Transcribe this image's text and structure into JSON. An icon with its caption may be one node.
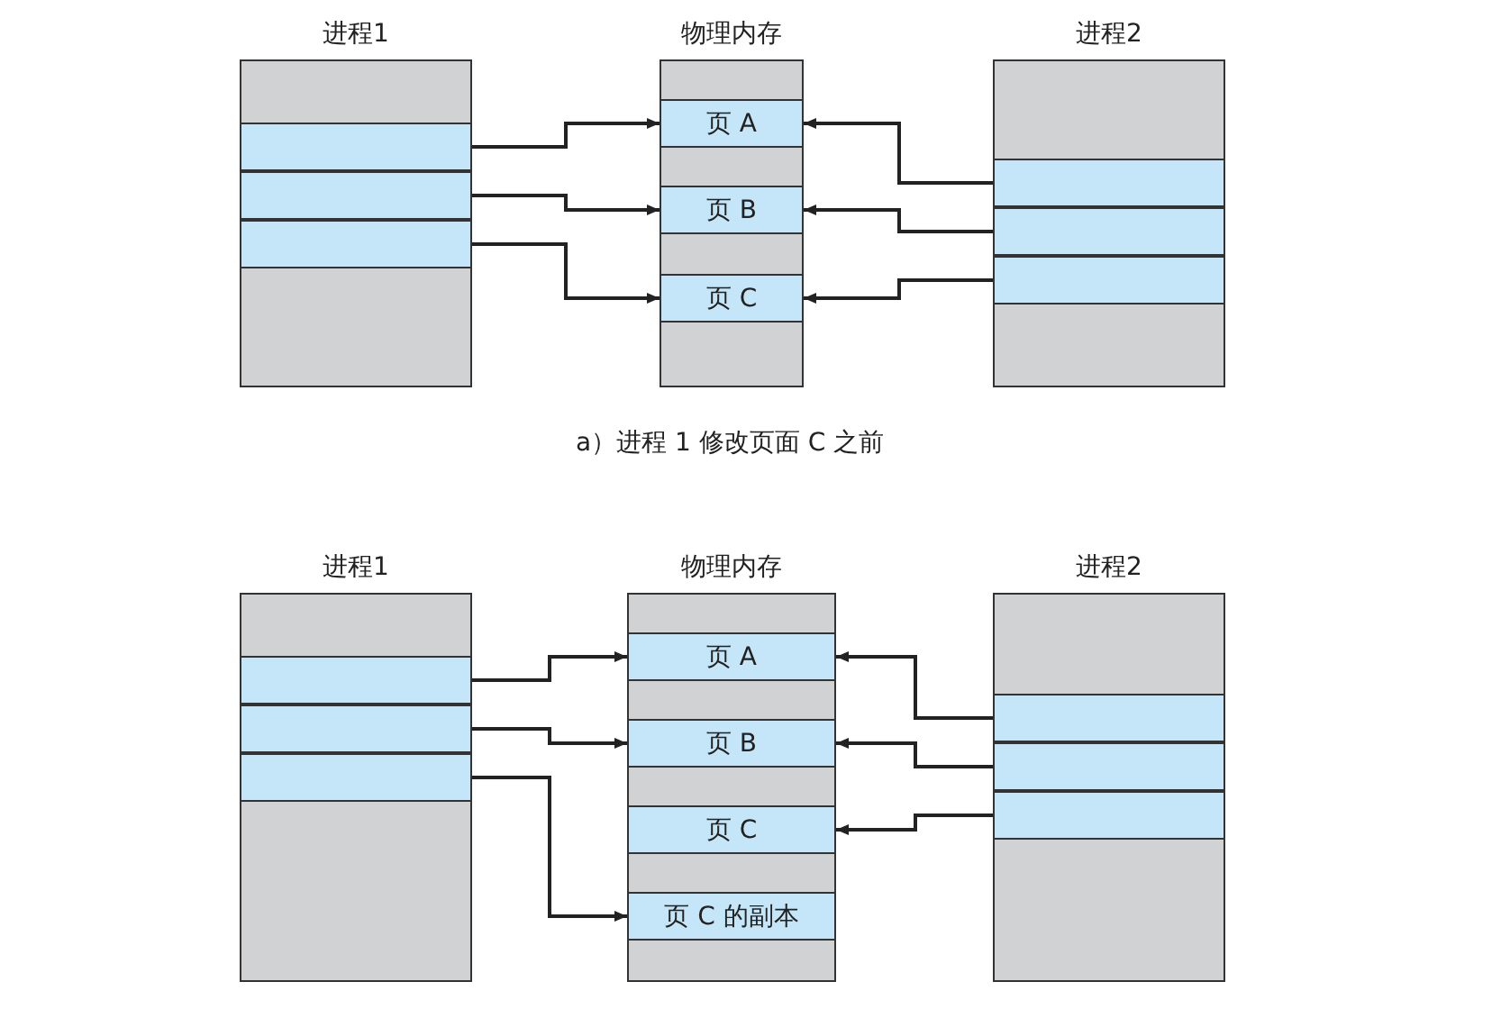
{
  "diagram": {
    "nodes": [
      {
        "text": [
          "进程1"
        ]
      },
      {
        "text": [],
        "shape": "box",
        "in": 0
      },
      {
        "text": [],
        "shape": "box",
        "in": 0
      },
      {
        "text": [],
        "shape": "box",
        "in": 0
      },
      {
        "text": [
          "物理内存"
        ]
      },
      {
        "text": [
          "页 A"
        ],
        "in": 4
      },
      {
        "text": [
          "页 B"
        ],
        "in": 4
      },
      {
        "text": [
          "页 C"
        ],
        "in": 4
      },
      {
        "text": [
          "进程2"
        ]
      },
      {
        "text": [],
        "shape": "box",
        "in": 8
      },
      {
        "text": [],
        "shape": "box",
        "in": 8
      },
      {
        "text": [],
        "shape": "box",
        "in": 8
      },
      {
        "text": [
          "进程1"
        ]
      },
      {
        "text": [],
        "shape": "box",
        "in": 12
      },
      {
        "text": [],
        "shape": "box",
        "in": 12
      },
      {
        "text": [],
        "shape": "box",
        "in": 12
      },
      {
        "text": [
          "物理内存"
        ]
      },
      {
        "text": [
          "页 A"
        ],
        "in": 16
      },
      {
        "text": [
          "页 B"
        ],
        "in": 16
      },
      {
        "text": [
          "页 C"
        ],
        "in": 16
      },
      {
        "text": [
          "页 C 的副本"
        ],
        "in": 16
      },
      {
        "text": [
          "进程2"
        ]
      },
      {
        "text": [],
        "shape": "box",
        "in": 21
      },
      {
        "text": [],
        "shape": "box",
        "in": 21
      },
      {
        "text": [],
        "shape": "box",
        "in": 21
      }
    ],
    "edges": [
      {
        "from": 1,
        "to": 5,
        "arrow": "to"
      },
      {
        "from": 2,
        "to": 6,
        "arrow": "to"
      },
      {
        "from": 3,
        "to": 7,
        "arrow": "to"
      },
      {
        "from": 9,
        "to": 5,
        "arrow": "to"
      },
      {
        "from": 10,
        "to": 6,
        "arrow": "to"
      },
      {
        "from": 11,
        "to": 7,
        "arrow": "to"
      },
      {
        "from": 13,
        "to": 17,
        "arrow": "to"
      },
      {
        "from": 14,
        "to": 18,
        "arrow": "to"
      },
      {
        "from": 15,
        "to": 20,
        "arrow": "to"
      },
      {
        "from": 22,
        "to": 17,
        "arrow": "to"
      },
      {
        "from": 23,
        "to": 18,
        "arrow": "to"
      },
      {
        "from": 24,
        "to": 19,
        "arrow": "to"
      }
    ],
    "labels": [
      "a）进程 1 修改页面 C 之前"
    ]
  }
}
